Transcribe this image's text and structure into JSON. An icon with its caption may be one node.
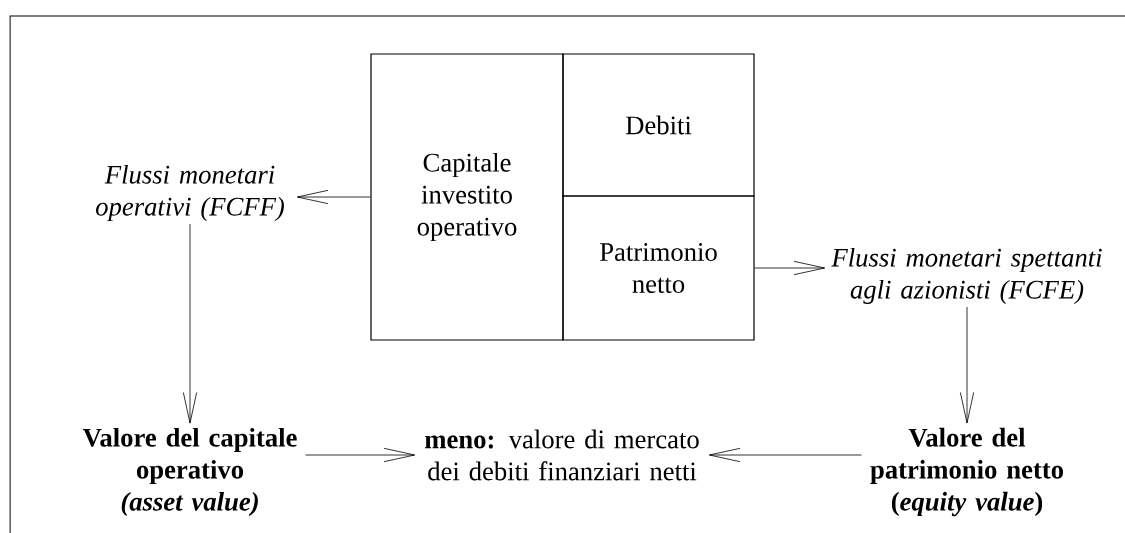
{
  "diagram": {
    "nodes": [
      {
        "text": [
          "Capitale investito operativo"
        ]
      },
      {
        "text": [
          "Debiti"
        ]
      },
      {
        "text": [
          "Patrimonio netto"
        ]
      },
      {
        "text": [
          "Flussi monetari operativi (FCFF)"
        ]
      },
      {
        "text": [
          "Flussi monetari spettanti agli azionisti (FCFE)"
        ]
      },
      {
        "text": [
          "Valore del capitale operativo",
          "(asset value)"
        ]
      },
      {
        "text": [
          "**meno:** valore di mercato dei debiti finanziari netti"
        ]
      },
      {
        "text": [
          "Valore del patrimonio netto",
          "(*equity value*)"
        ]
      }
    ],
    "edges": [
      {
        "from": 0,
        "to": 3,
        "arrow": "to"
      },
      {
        "from": 2,
        "to": 4,
        "arrow": "to"
      },
      {
        "from": 3,
        "to": 5,
        "arrow": "to"
      },
      {
        "from": 4,
        "to": 7,
        "arrow": "to"
      },
      {
        "from": 5,
        "to": 6,
        "arrow": "to"
      },
      {
        "from": 7,
        "to": 6,
        "arrow": "to"
      }
    ]
  }
}
